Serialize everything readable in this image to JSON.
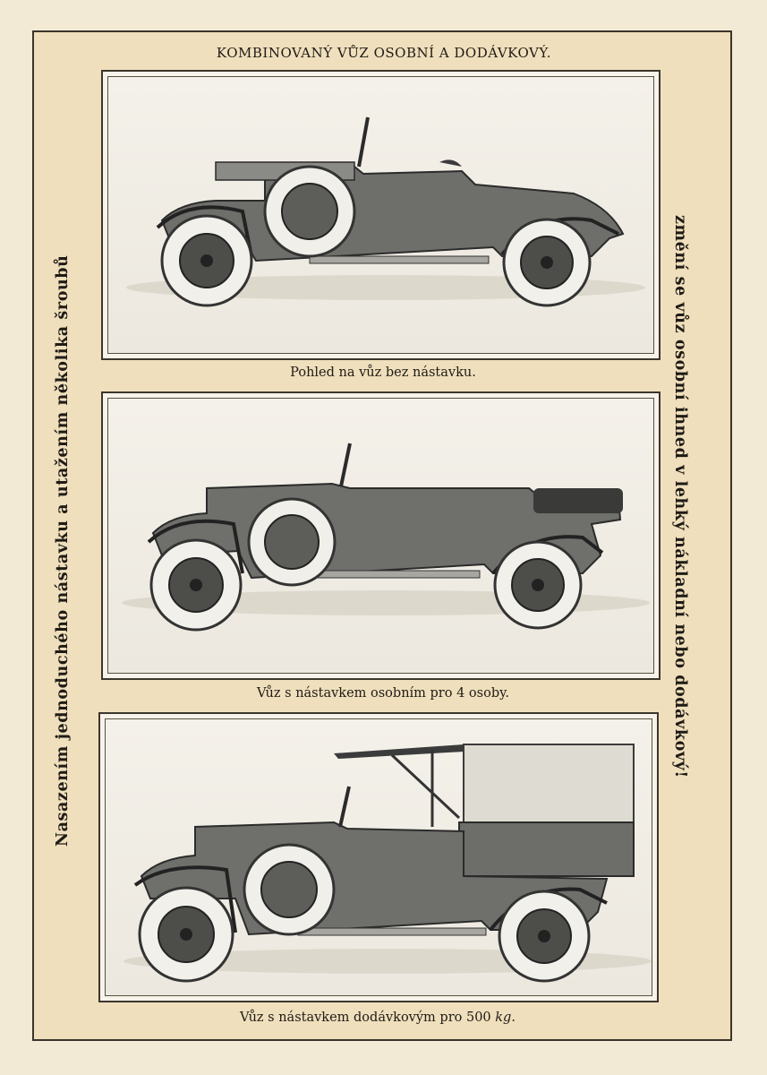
{
  "title": "KOMBINOVANÝ VŮZ OSOBNÍ A DODÁVKOVÝ.",
  "side_text_left": "Nasazením jednoduchého nástavku a utažením několika šroubů",
  "side_text_right": "změní se vůz osobní ihned v lehký nákladní nebo dodávkový!",
  "panels": [
    {
      "caption": "Pohled na vůz bez nástavku."
    },
    {
      "caption": "Vůz s nástavkem osobním pro 4 osoby."
    },
    {
      "caption_main": "Vůz s nástavkem dodávkovým pro 500 ",
      "caption_unit": "kg",
      "caption_end": "."
    }
  ]
}
